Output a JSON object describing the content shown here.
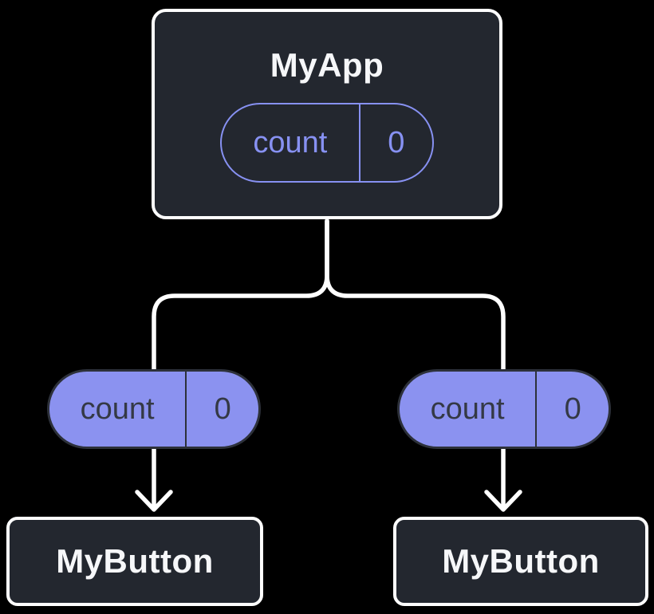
{
  "colors": {
    "bg": "#000000",
    "node_fill": "#23272f",
    "node_border": "#ffffff",
    "purple": "#8791f2",
    "purple_fill": "#8b92f0",
    "pill_dark": "#2d313a",
    "dark_text": "#343945",
    "line": "#ffffff",
    "light_text": "#f6f7f9"
  },
  "diagram": {
    "root": {
      "title": "MyApp",
      "state": {
        "name": "count",
        "value": "0"
      }
    },
    "children": [
      {
        "title": "MyButton",
        "prop": {
          "name": "count",
          "value": "0"
        }
      },
      {
        "title": "MyButton",
        "prop": {
          "name": "count",
          "value": "0"
        }
      }
    ]
  }
}
